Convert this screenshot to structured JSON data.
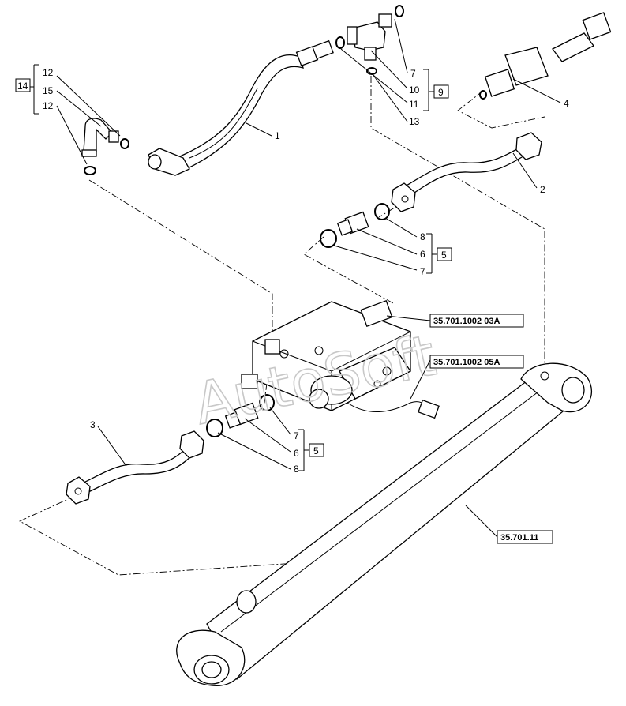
{
  "callouts": {
    "c1": "1",
    "c2": "2",
    "c3": "3",
    "c4": "4",
    "c5a": "5",
    "c5b": "5",
    "c6a": "6",
    "c6b": "6",
    "c7top": "7",
    "c7a": "7",
    "c7b": "7",
    "c8a": "8",
    "c8b": "8",
    "c9": "9",
    "c10": "10",
    "c11": "11",
    "c12a": "12",
    "c12b": "12",
    "c13": "13",
    "c14": "14",
    "c15": "15"
  },
  "references": {
    "ref_valve_a": "35.701.1002 03A",
    "ref_valve_b": "35.701.1002 05A",
    "ref_cylinder": "35.701.11"
  },
  "watermark": "AutoSoft"
}
